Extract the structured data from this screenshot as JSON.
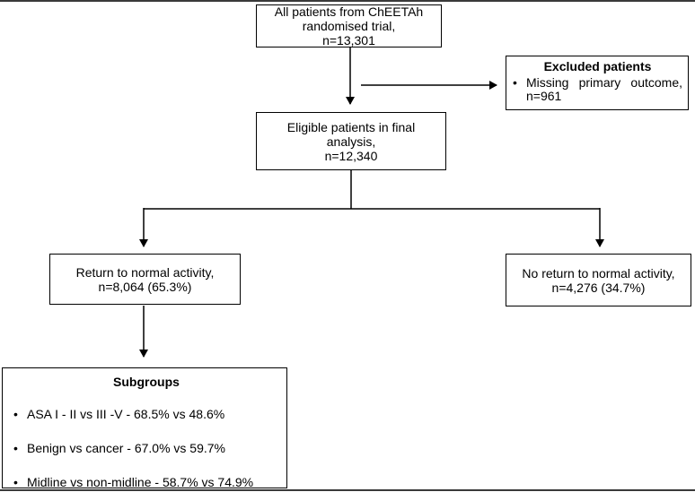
{
  "figure": {
    "kind": "patient-flow-diagram",
    "bullet_glyph": "•",
    "colors": {
      "box_border": "#000000",
      "text": "#000000",
      "background": "#ffffff",
      "figure_rule": "#3a3a3a",
      "connector": "#000000"
    },
    "boxes": {
      "all_patients": {
        "lines": [
          "All patients from ChEETAh",
          "randomised trial,",
          "n=13,301"
        ]
      },
      "excluded": {
        "title": "Excluded patients",
        "bullet": "Missing primary outcome, n=961"
      },
      "eligible": {
        "lines": [
          "Eligible patients in final",
          "analysis,",
          "n=12,340"
        ]
      },
      "return_activity": {
        "lines": [
          "Return to normal activity,",
          "n=8,064 (65.3%)"
        ]
      },
      "no_return_activity": {
        "lines": [
          "No return to normal activity,",
          "n=4,276 (34.7%)"
        ]
      },
      "subgroups": {
        "title": "Subgroups",
        "bullets": [
          "ASA I - II vs III -V - 68.5% vs 48.6%",
          "Benign vs cancer - 67.0% vs 59.7%",
          "Midline vs non-midline - 58.7% vs 74.9%"
        ]
      }
    }
  }
}
